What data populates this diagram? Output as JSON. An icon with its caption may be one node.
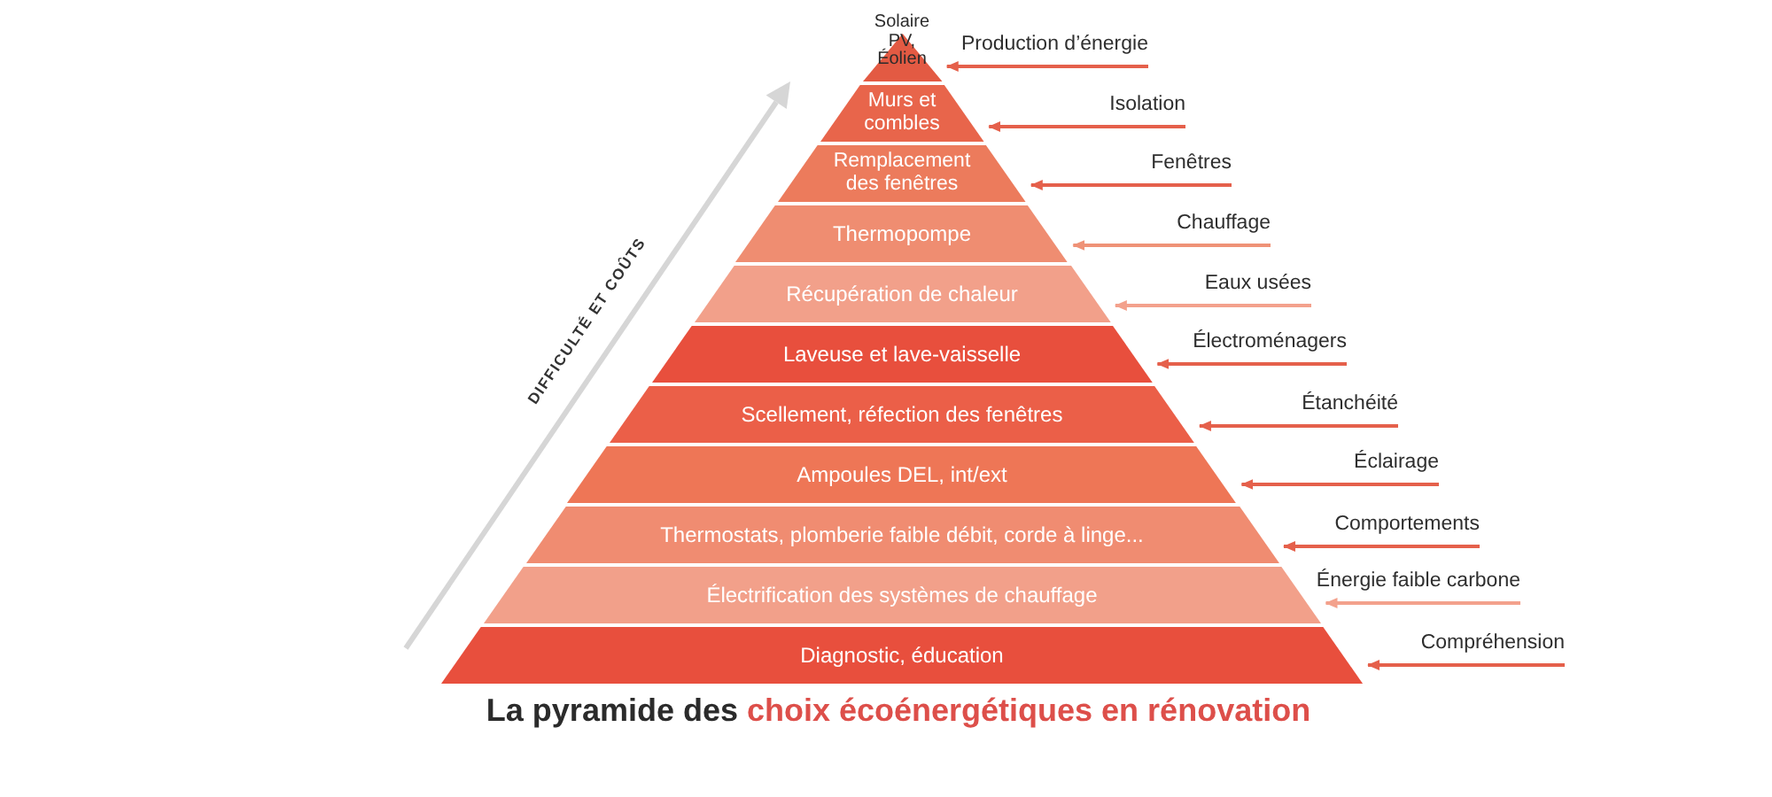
{
  "diagram": {
    "caption": "La pyramide des *choix écoénergétiques en rénovation*",
    "nodes": [
      {
        "text": [
          "Solaire PV, Éolien"
        ]
      },
      {
        "text": [
          "Murs et combles"
        ]
      },
      {
        "text": [
          "Remplacement des fenêtres"
        ]
      },
      {
        "text": [
          "Thermopompe"
        ]
      },
      {
        "text": [
          "Récupération de chaleur"
        ]
      },
      {
        "text": [
          "Laveuse et lave-vaisselle"
        ]
      },
      {
        "text": [
          "Scellement, réfection des fenêtres"
        ]
      },
      {
        "text": [
          "Ampoules DEL, int/ext"
        ]
      },
      {
        "text": [
          "Thermostats, plomberie faible débit, corde à linge..."
        ]
      },
      {
        "text": [
          "Électrification des systèmes de chauffage"
        ]
      },
      {
        "text": [
          "Diagnostic, éducation"
        ]
      },
      {
        "text": [
          "Production d’énergie"
        ]
      },
      {
        "text": [
          "Isolation"
        ]
      },
      {
        "text": [
          "Fenêtres"
        ]
      },
      {
        "text": [
          "Chauffage"
        ]
      },
      {
        "text": [
          "Eaux usées"
        ]
      },
      {
        "text": [
          "Électroménagers"
        ]
      },
      {
        "text": [
          "Étanchéité"
        ]
      },
      {
        "text": [
          "Éclairage"
        ]
      },
      {
        "text": [
          "Comportements"
        ]
      },
      {
        "text": [
          "Énergie faible carbone"
        ]
      },
      {
        "text": [
          "Compréhension"
        ]
      }
    ],
    "edges": [
      {
        "from": 11,
        "to": 0,
        "arrow": "to"
      },
      {
        "from": 12,
        "to": 1,
        "arrow": "to"
      },
      {
        "from": 13,
        "to": 2,
        "arrow": "to"
      },
      {
        "from": 14,
        "to": 3,
        "arrow": "to",
        "color": "#ef9277"
      },
      {
        "from": 15,
        "to": 4,
        "arrow": "to",
        "color": "#f3a18c"
      },
      {
        "from": 16,
        "to": 5,
        "arrow": "to"
      },
      {
        "from": 17,
        "to": 6,
        "arrow": "to"
      },
      {
        "from": 18,
        "to": 7,
        "arrow": "to"
      },
      {
        "from": 19,
        "to": 8,
        "arrow": "to"
      },
      {
        "from": 20,
        "to": 9,
        "arrow": "to",
        "color": "#f3a18c"
      },
      {
        "from": 21,
        "to": 10,
        "arrow": "to"
      }
    ],
    "labels": [
      "DIFFICULTÉ ET COÛTS"
    ]
  }
}
